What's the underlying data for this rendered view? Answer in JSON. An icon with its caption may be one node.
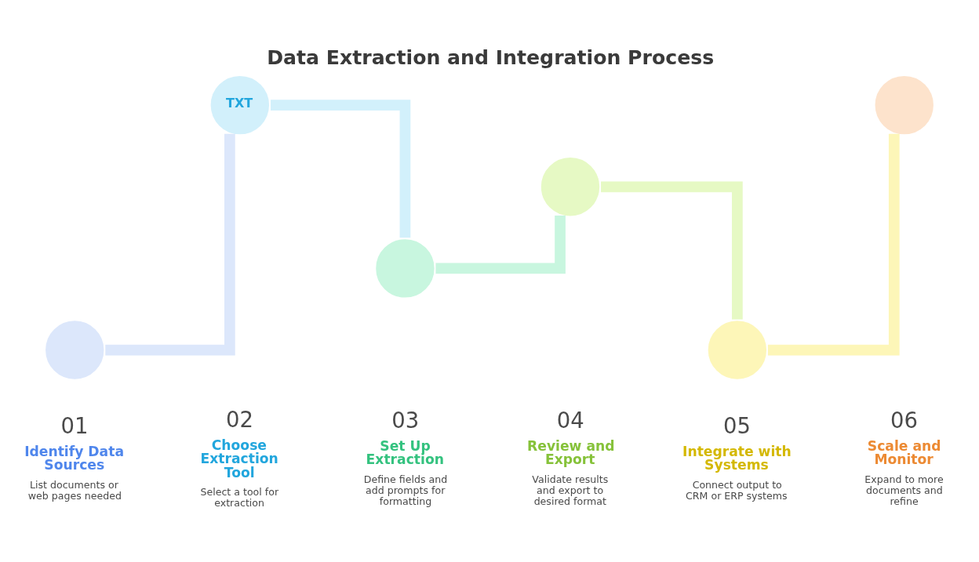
{
  "diagram": {
    "title": "Data Extraction and Integration Process",
    "nodes": [
      {
        "text": [],
        "shape": "circle",
        "beside": [
          "01",
          "Identify Data Sources",
          "List documents or web pages needed"
        ]
      },
      {
        "text": [
          "TXT"
        ],
        "beside": [
          "02",
          "Choose Extraction Tool",
          "Select a tool for extraction"
        ]
      },
      {
        "text": [],
        "shape": "circle",
        "beside": [
          "03",
          "Set Up Extraction",
          "Define fields and add prompts for formatting"
        ]
      },
      {
        "text": [],
        "shape": "circle",
        "beside": [
          "04",
          "Review and Export",
          "Validate results and export to desired format"
        ]
      },
      {
        "text": [],
        "shape": "circle",
        "beside": [
          "05",
          "Integrate with Systems",
          "Connect output to CRM or ERP systems"
        ]
      },
      {
        "text": [],
        "shape": "circle",
        "beside": [
          "06",
          "Scale and Monitor",
          "Expand to more documents and refine"
        ]
      }
    ],
    "edges": [
      {
        "from": 0,
        "to": 1,
        "arrow": "none"
      },
      {
        "from": 1,
        "to": 2,
        "arrow": "none"
      },
      {
        "from": 2,
        "to": 3,
        "arrow": "none"
      },
      {
        "from": 3,
        "to": 4,
        "arrow": "none"
      },
      {
        "from": 4,
        "to": 5,
        "arrow": "none"
      }
    ]
  }
}
